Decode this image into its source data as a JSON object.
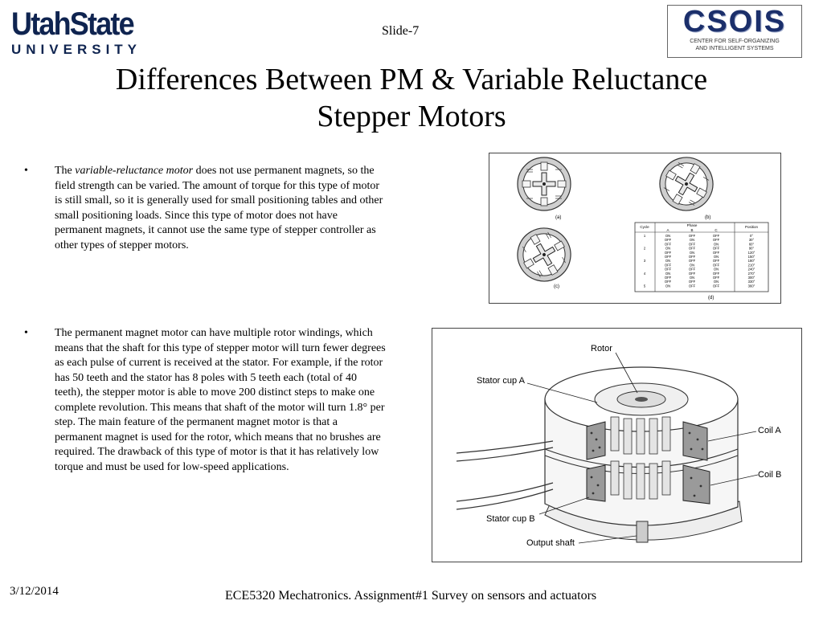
{
  "header": {
    "usu_logo_main": "UtahState",
    "usu_logo_sub": "UNIVERSITY",
    "csois_logo_main": "CSOIS",
    "csois_logo_line1": "CENTER FOR SELF-ORGANIZING",
    "csois_logo_line2": "AND INTELLIGENT SYSTEMS",
    "slide_number": "Slide-7"
  },
  "title": {
    "line1": "Differences Between PM & Variable Reluctance",
    "line2": "Stepper Motors"
  },
  "bullets": [
    {
      "marker": "•",
      "pre": "The ",
      "emphasis": "variable-reluctance motor",
      "post": " does not use permanent magnets, so the field strength can be varied. The amount of torque for this type of motor is still small, so it is generally used for small positioning tables and other small positioning loads. Since this type of motor does not have permanent magnets, it cannot use the same type of stepper controller as other types of stepper motors."
    },
    {
      "marker": "•",
      "text": "The permanent magnet motor can have multiple rotor windings, which means that the shaft for this type of stepper motor will turn fewer degrees as each pulse of current is received at the stator. For example, if the rotor has 50 teeth and the stator has 8 poles with 5 teeth each (total of 40 teeth), the stepper motor is able to move 200 distinct steps to make one complete revolution. This means that shaft of the motor will turn 1.8° per step. The main feature of the permanent magnet motor is that a permanent magnet is used for the rotor, which means that no brushes are required. The drawback of this type of motor is that it has relatively low torque and must be used for low-speed applications."
    }
  ],
  "figure1": {
    "panel_labels": [
      "(a)",
      "(b)",
      "(c)",
      "(d)"
    ],
    "table_headers": [
      "Cycle",
      "A",
      "B",
      "C",
      "Position"
    ],
    "table_group_header": "Phase",
    "table_rows": [
      [
        "1",
        "ON",
        "OFF",
        "OFF",
        "0°"
      ],
      [
        "",
        "OFF",
        "ON",
        "OFF",
        "30°"
      ],
      [
        "",
        "OFF",
        "OFF",
        "ON",
        "60°"
      ],
      [
        "2",
        "ON",
        "OFF",
        "OFF",
        "90°"
      ],
      [
        "",
        "OFF",
        "ON",
        "OFF",
        "120°"
      ],
      [
        "",
        "OFF",
        "OFF",
        "ON",
        "150°"
      ],
      [
        "3",
        "ON",
        "OFF",
        "OFF",
        "180°"
      ],
      [
        "",
        "OFF",
        "ON",
        "OFF",
        "210°"
      ],
      [
        "",
        "OFF",
        "OFF",
        "ON",
        "240°"
      ],
      [
        "4",
        "ON",
        "OFF",
        "OFF",
        "270°"
      ],
      [
        "",
        "OFF",
        "ON",
        "OFF",
        "300°"
      ],
      [
        "",
        "OFF",
        "OFF",
        "ON",
        "330°"
      ],
      [
        "5",
        "ON",
        "OFF",
        "OFF",
        "360°"
      ]
    ]
  },
  "figure2": {
    "labels": {
      "rotor": "Rotor",
      "stator_cup_a": "Stator cup A",
      "coil_a": "Coil A",
      "coil_b": "Coil B",
      "stator_cup_b": "Stator cup B",
      "output_shaft": "Output shaft"
    }
  },
  "footer": {
    "date": "3/12/2014",
    "course": "ECE5320 Mechatronics. Assignment#1 Survey on sensors and actuators"
  }
}
